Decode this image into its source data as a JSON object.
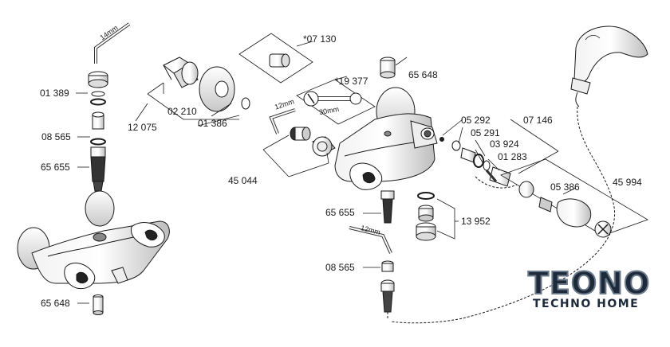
{
  "labels": {
    "wrench_14": "14mm",
    "l_01389": "01 389",
    "l_08565_left": "08 565",
    "l_65655_left": "65 655",
    "l_65648_left": "65 648",
    "l_12075": "12 075",
    "l_02210": "02 210",
    "l_01386": "01 386",
    "l_07130": "*07 130",
    "l_19377": "*19 377",
    "wrench_12_top": "12mm",
    "wrench_30": "30mm",
    "l_45044": "45 044",
    "l_65648_top": "65 648",
    "l_05292": "05 292",
    "l_05291": "05 291",
    "l_07146": "07 146",
    "l_03924": "03 924",
    "l_01283": "01 283",
    "l_05386": "05 386",
    "l_45994": "45 994",
    "l_65655_mid": "65 655",
    "l_13952": "13 952",
    "wrench_12_bottom": "12mm",
    "l_08565_mid": "08 565"
  },
  "watermark": {
    "brand": "TEONO",
    "tagline": "TECHNO HOME"
  },
  "colors": {
    "line": "#1a1a1a",
    "part_fill": "#ffffff",
    "shade": "#cfcfcf",
    "dark": "#2a2a2a"
  }
}
